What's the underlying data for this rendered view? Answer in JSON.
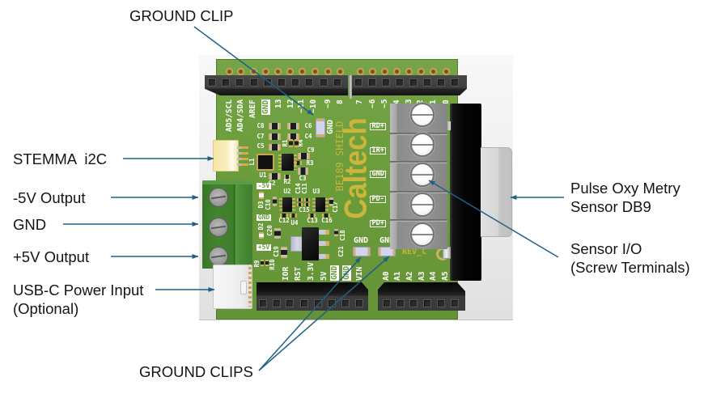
{
  "colors": {
    "annotation-arrow": "#216084",
    "annotation-text": "#141414",
    "pcb": "#6b9d3b",
    "logo-silkscreen": "#cbb53a",
    "silkscreen": "#ffffff"
  },
  "callouts": {
    "ground_clip": "GROUND CLIP",
    "stemma_i2c": "STEMMA  i2C",
    "neg_5v_output": "-5V Output",
    "gnd": "GND",
    "pos_5v_output": "+5V Output",
    "usbc_power_input": [
      "USB-C Power Input",
      "(Optional)"
    ],
    "pulse_oximetry_sensor": [
      "Pulse Oxy Metry",
      "Sensor DB9"
    ],
    "sensor_io": [
      "Sensor I/O",
      "(Screw Terminals)"
    ],
    "ground_clips": "GROUND CLIPS"
  },
  "board": {
    "logo": "Caltech",
    "name": "BE189 SHIELD",
    "revision": "REV_C",
    "header_labels": {
      "top_left": [
        "AD5/SCL",
        "AD4/SDA",
        "AREF",
        "GND",
        "13",
        "12",
        "~11",
        "~10",
        "~9",
        "8"
      ],
      "top_right": [
        "7",
        "~6",
        "~5",
        "4",
        "~3",
        "2",
        "1",
        "0"
      ],
      "bottom_left": [
        "IOR",
        "RST",
        "3.3V",
        "5V",
        "GND",
        "GND",
        "VIN"
      ],
      "bottom_right": [
        "A0",
        "A1",
        "A2",
        "A3",
        "A4",
        "A5"
      ]
    },
    "sensor_terminal_labels": [
      "RD+",
      "IR+",
      "GND",
      "PD-",
      "PD+"
    ],
    "power_terminal_labels": [
      "-5V",
      "GND",
      "+5V"
    ],
    "ground_clip_labels": [
      "GND",
      "GND",
      "GND"
    ],
    "component_refs": {
      "c2": "C2",
      "c3": "C3",
      "c4": "C4",
      "c5": "C5",
      "c6": "C6",
      "c7": "C7",
      "c8": "C8",
      "c9": "C9",
      "c10": "C10",
      "c11": "C11",
      "c12": "C12",
      "c13": "C13",
      "c14": "C14",
      "c15": "C15",
      "c16": "C16",
      "c17": "C17",
      "c18": "C18",
      "c19": "C19",
      "c20": "C20",
      "c21": "C21",
      "r1": "R1",
      "r2": "R2",
      "r3": "R3",
      "r4": "R4",
      "r9": "R9",
      "r10": "R10",
      "l1": "L1",
      "u1": "U1",
      "u2": "U2",
      "u3": "U3",
      "u4": "U4",
      "d2": "D2",
      "d3": "D3"
    }
  }
}
